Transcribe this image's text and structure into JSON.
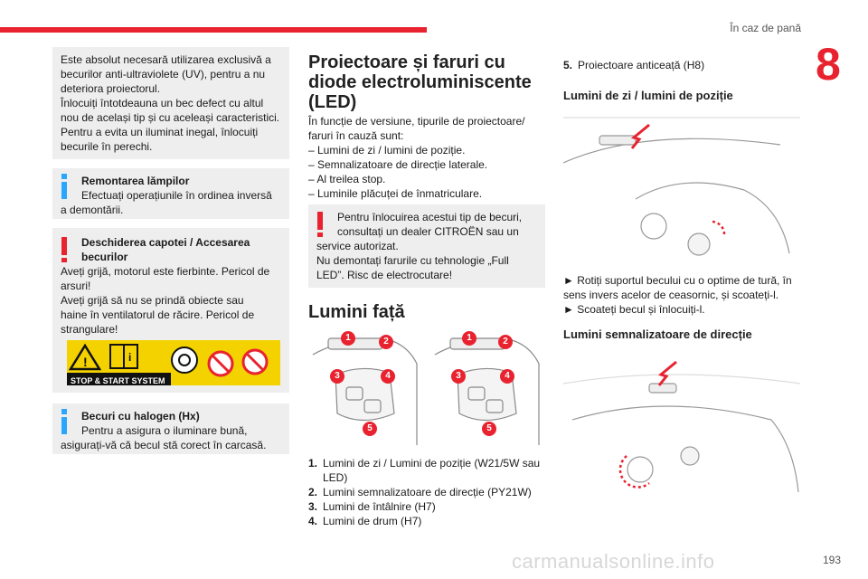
{
  "header": {
    "section_title": "În caz de pană",
    "chapter_number": "8"
  },
  "left": {
    "box1": {
      "lines": [
        "Este absolut necesară utilizarea exclusivă a",
        "becurilor anti-ultraviolete (UV), pentru a nu",
        "deteriora proiectorul.",
        "Înlocuiți întotdeauna un bec defect cu altul",
        "nou de același tip și cu aceleași caracteristici.",
        "Pentru a evita un iluminat inegal, înlocuiți",
        "becurile în perechi."
      ]
    },
    "box2": {
      "title": "Remontarea lămpilor",
      "lines": [
        "Efectuați operațiunile în ordinea inversă",
        "a demontării."
      ]
    },
    "box3": {
      "title_1": "Deschiderea capotei / Accesarea",
      "title_2": "becurilor",
      "lines": [
        "Aveți grijă, motorul este fierbinte. Pericol de",
        "arsuri!",
        "Aveți grijă să nu se prindă obiecte sau",
        "haine în ventilatorul de răcire. Pericol de",
        "strangulare!"
      ],
      "sticker_label": "STOP & START SYSTEM"
    },
    "box4": {
      "title": "Becuri cu halogen (Hx)",
      "lines": [
        "Pentru a asigura o iluminare bună,",
        "asigurați-vă că becul stă corect în carcasă."
      ]
    }
  },
  "middle": {
    "heading_lines": [
      "Proiectoare și faruri cu",
      "diode electroluminiscente",
      "(LED)"
    ],
    "intro_lines": [
      "În funcție de versiune, tipurile de proiectoare/",
      "faruri în cauză sunt:",
      "– Lumini de zi / lumini de poziție.",
      "– Semnalizatoare de direcție laterale.",
      "– Al treilea stop.",
      "– Luminile plăcuței de înmatriculare."
    ],
    "warning_lines": [
      "Pentru înlocuirea acestui tip de becuri,",
      "consultați un dealer CITROËN sau un",
      "service autorizat.",
      "Nu demontați farurile cu tehnologie „Full",
      "LED”. Risc de electrocutare!"
    ],
    "front_heading": "Lumini față",
    "callouts": [
      "1",
      "2",
      "3",
      "4",
      "5"
    ],
    "items": [
      {
        "num": "1.",
        "text": "Lumini de zi / Lumini de poziție (W21/5W sau",
        "cont": "LED)"
      },
      {
        "num": "2.",
        "text": "Lumini semnalizatoare de direcție (PY21W)"
      },
      {
        "num": "3.",
        "text": "Lumini de întâlnire (H7)"
      },
      {
        "num": "4.",
        "text": "Lumini de drum (H7)"
      }
    ]
  },
  "right": {
    "item5": {
      "num": "5.",
      "text": "Proiectoare anticeață (H8)"
    },
    "heading1": "Lumini de zi / lumini de poziție",
    "steps": [
      "► Rotiți suportul becului cu o optime de tură, în",
      "sens invers acelor de ceasornic, și scoateți-l.",
      "► Scoateți becul și înlocuiți-l."
    ],
    "heading2": "Lumini semnalizatoare de direcție"
  },
  "footer": {
    "page_number": "193",
    "watermark": "carmanualsonline.info"
  },
  "colors": {
    "accent": "#e8232f",
    "info": "#2aa6ff",
    "box_bg": "#eeeeee"
  }
}
